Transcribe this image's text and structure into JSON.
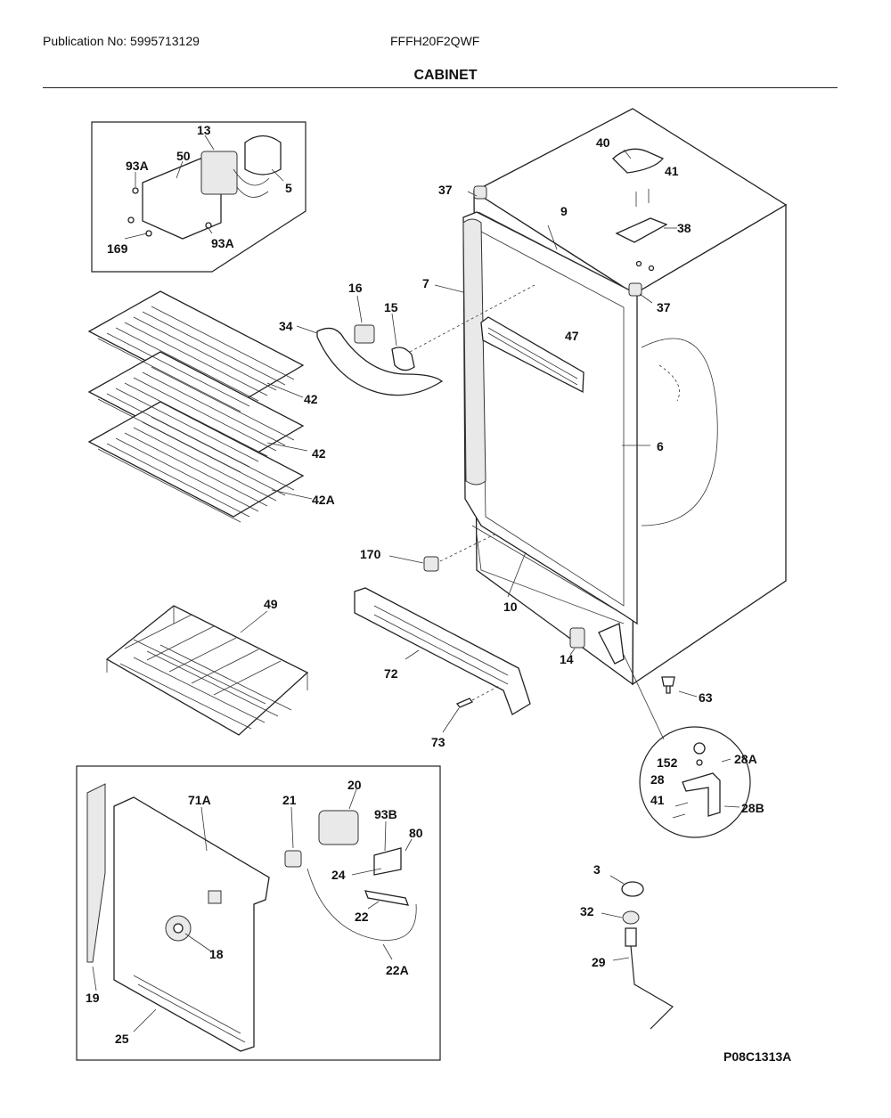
{
  "header": {
    "publication": "Publication No: 5995713129",
    "model": "FFFH20F2QWF",
    "title": "CABINET"
  },
  "figure_code": "P08C1313A",
  "callouts": {
    "c13": "13",
    "c50": "50",
    "c93A_1": "93A",
    "c5": "5",
    "c169": "169",
    "c93A_2": "93A",
    "c40": "40",
    "c41_top": "41",
    "c37_top": "37",
    "c9": "9",
    "c38": "38",
    "c7": "7",
    "c37_right": "37",
    "c16": "16",
    "c15": "15",
    "c34": "34",
    "c47": "47",
    "c42_1": "42",
    "c42_2": "42",
    "c42A": "42A",
    "c6": "6",
    "c170": "170",
    "c10": "10",
    "c49": "49",
    "c14": "14",
    "c72": "72",
    "c63": "63",
    "c73": "73",
    "c152": "152",
    "c28A": "28A",
    "c28": "28",
    "c41_hinge": "41",
    "c28B": "28B",
    "c20": "20",
    "c71A": "71A",
    "c21": "21",
    "c93B": "93B",
    "c80": "80",
    "c24": "24",
    "c22": "22",
    "c18": "18",
    "c22A": "22A",
    "c19": "19",
    "c25": "25",
    "c3": "3",
    "c32": "32",
    "c29": "29"
  }
}
